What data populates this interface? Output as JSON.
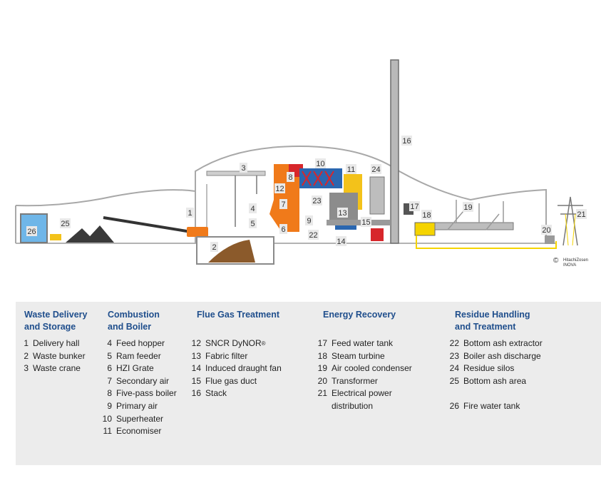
{
  "credit": {
    "copyright_symbol": "©",
    "company_line1": "HitachiZosen",
    "company_line2": "INOVA"
  },
  "diagram_labels": [
    "1",
    "2",
    "3",
    "4",
    "5",
    "6",
    "7",
    "8",
    "9",
    "10",
    "11",
    "12",
    "13",
    "14",
    "15",
    "16",
    "17",
    "18",
    "19",
    "20",
    "21",
    "22",
    "23",
    "24",
    "25",
    "26"
  ],
  "legend": {
    "columns": [
      {
        "title": "Waste Delivery\nand Storage",
        "items": [
          {
            "num": "1",
            "text": "Delivery hall"
          },
          {
            "num": "2",
            "text": "Waste bunker"
          },
          {
            "num": "3",
            "text": "Waste crane"
          }
        ]
      },
      {
        "title": "Combustion\nand Boiler",
        "items": [
          {
            "num": "4",
            "text": "Feed hopper"
          },
          {
            "num": "5",
            "text": "Ram feeder"
          },
          {
            "num": "6",
            "text": "HZI Grate"
          },
          {
            "num": "7",
            "text": "Secondary air"
          },
          {
            "num": "8",
            "text": "Five-pass boiler"
          },
          {
            "num": "9",
            "text": "Primary air"
          },
          {
            "num": "10",
            "text": "Superheater"
          },
          {
            "num": "11",
            "text": "Economiser"
          }
        ]
      },
      {
        "title": "Flue Gas Treatment",
        "items": [
          {
            "num": "12",
            "text": "SNCR DyNOR",
            "sup": "®"
          },
          {
            "num": "13",
            "text": "Fabric filter"
          },
          {
            "num": "14",
            "text": "Induced draught fan"
          },
          {
            "num": "15",
            "text": "Flue gas duct"
          },
          {
            "num": "16",
            "text": "Stack"
          }
        ]
      },
      {
        "title": "Energy Recovery",
        "items": [
          {
            "num": "17",
            "text": "Feed water tank"
          },
          {
            "num": "18",
            "text": "Steam turbine"
          },
          {
            "num": "19",
            "text": "Air cooled condenser"
          },
          {
            "num": "20",
            "text": "Transformer"
          },
          {
            "num": "21",
            "text": "Electrical power\ndistribution"
          }
        ]
      },
      {
        "title": "Residue Handling\nand Treatment",
        "items": [
          {
            "num": "22",
            "text": "Bottom ash extractor"
          },
          {
            "num": "23",
            "text": "Boiler ash discharge"
          },
          {
            "num": "24",
            "text": "Residue silos"
          },
          {
            "num": "25",
            "text": "Bottom ash area"
          },
          {
            "num": "26",
            "text": "Fire water tank",
            "gap": true
          }
        ]
      }
    ]
  },
  "colors": {
    "orange": "#f07a1a",
    "red": "#d7262b",
    "blue": "#2b67b0",
    "grey": "#8c8c8c",
    "yellow": "#f5d400",
    "title_blue": "#1f4e8c"
  }
}
